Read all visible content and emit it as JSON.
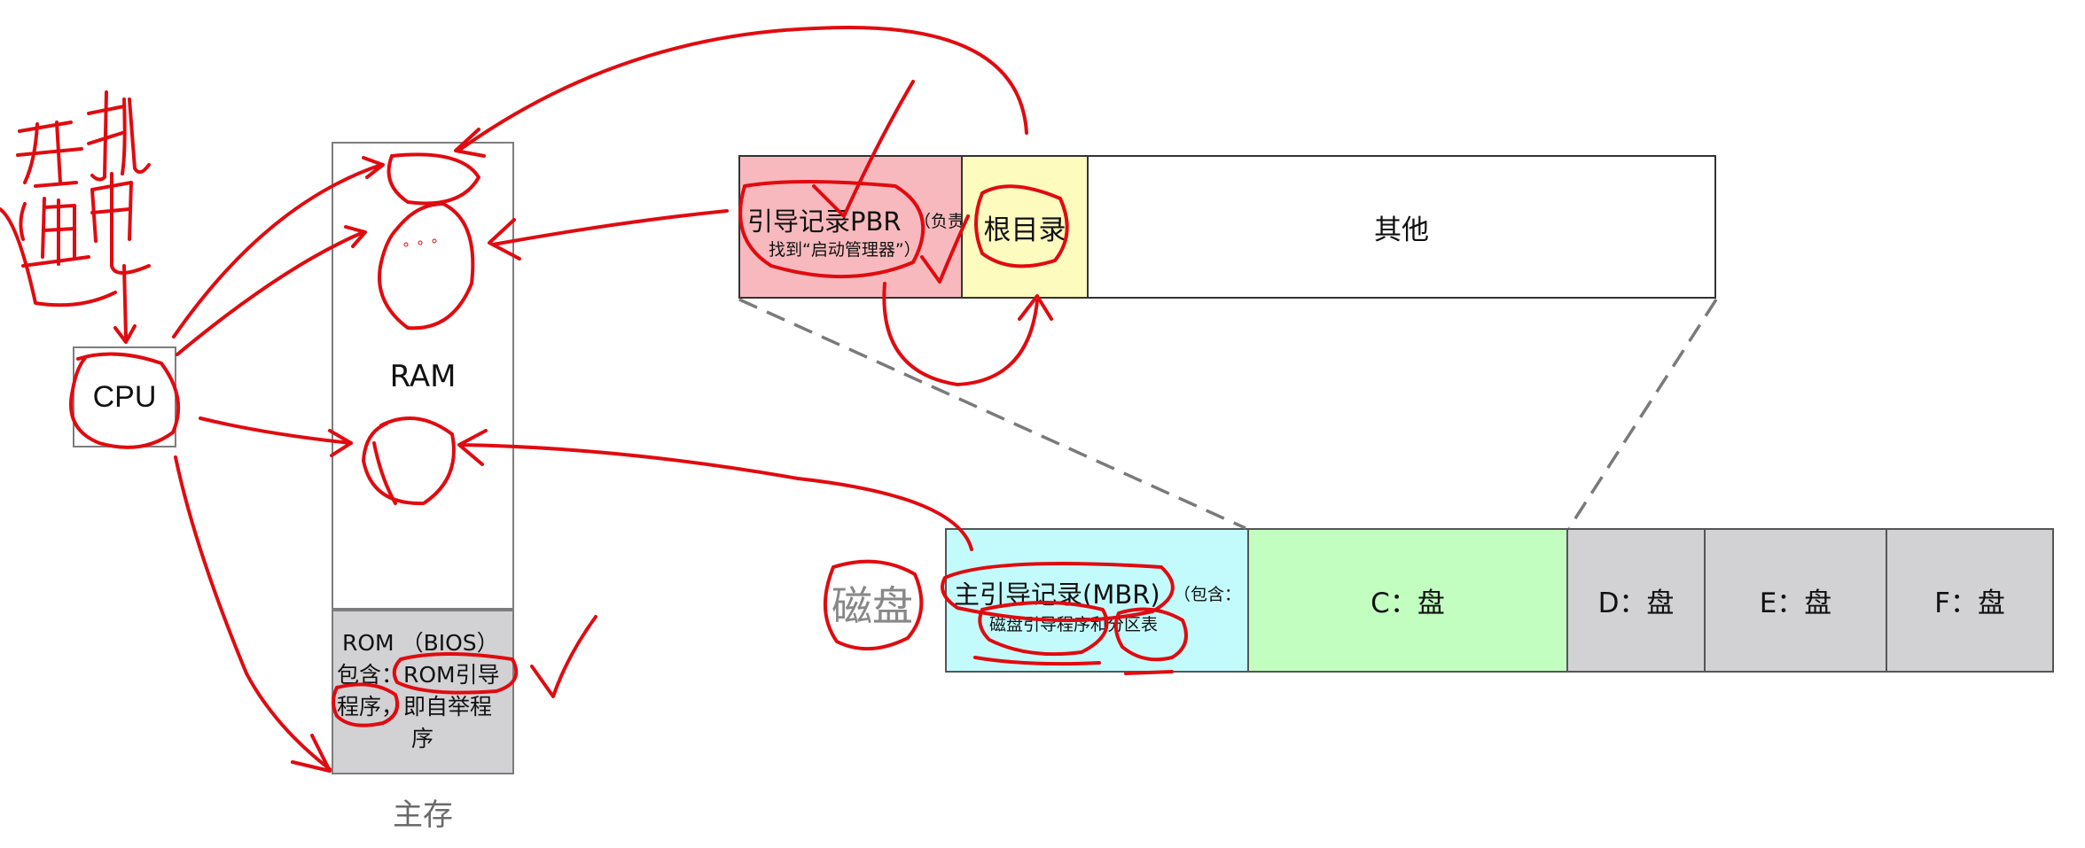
{
  "cpu": {
    "label": "CPU"
  },
  "main_memory": {
    "ram_label": "RAM",
    "rom_lines": [
      "ROM （BIOS）",
      "包含：ROM引导",
      "程序，即自举程",
      "序"
    ],
    "caption": "主存"
  },
  "partition": {
    "pbr_label": "引导记录PBR",
    "pbr_note_1": "（负责",
    "pbr_note_2": "找到“启动管理器”）",
    "root_dir": "根目录",
    "other": "其他"
  },
  "disk": {
    "label": "磁盘",
    "mbr_title": "主引导记录(MBR)",
    "mbr_note_1": "（包含：",
    "mbr_note_2": "磁盘引导程序和分区表",
    "segments": [
      "C：盘",
      "D：盘",
      "E：盘",
      "F：盘"
    ]
  },
  "handwriting": {
    "text": "开机通电"
  },
  "colors": {
    "ink_red": "#e00b10",
    "pbr_fill": "#f7b9bd",
    "root_fill": "#fefbbf",
    "mbr_fill": "#c3fbfd",
    "c_fill": "#c2fec0",
    "grey_fill": "#d2d1d4"
  }
}
